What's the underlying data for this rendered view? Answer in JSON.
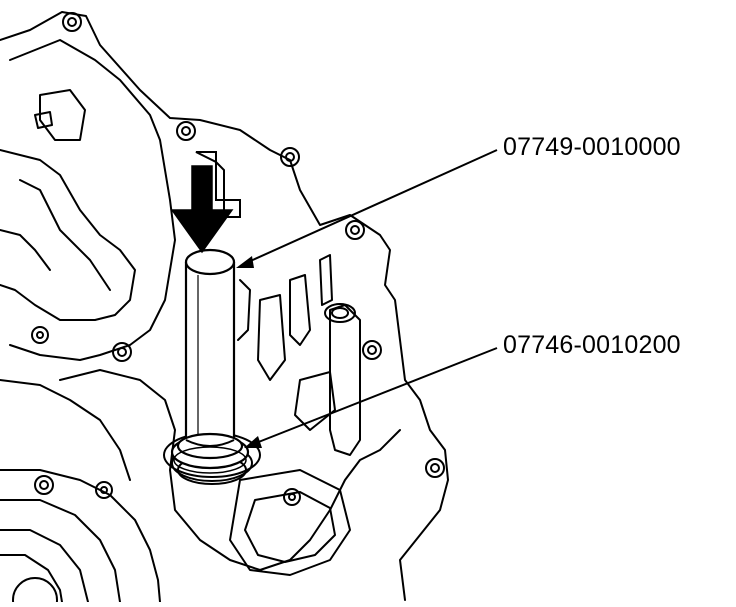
{
  "figure": {
    "callouts": [
      {
        "part_number": "07749-0010000",
        "target": "driver-handle"
      },
      {
        "part_number": "07746-0010200",
        "target": "attachment-ring"
      }
    ]
  },
  "colors": {
    "ink": "#000000",
    "paper": "#ffffff"
  }
}
